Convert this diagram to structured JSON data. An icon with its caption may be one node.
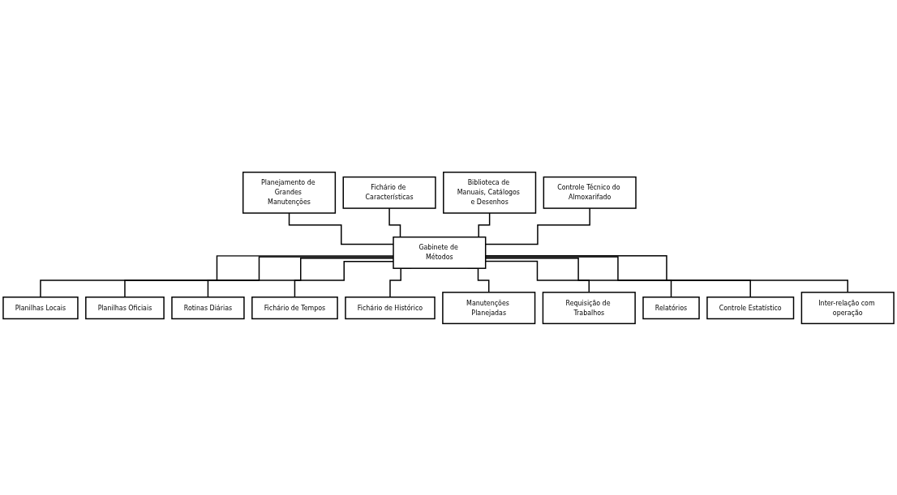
{
  "diagram": {
    "nodes": [
      {
        "text": [
          "Planejamento de Grandes Manutenções"
        ]
      },
      {
        "text": [
          "Fichário de Características"
        ]
      },
      {
        "text": [
          "Biblioteca de Manuais, Catálogos e Desenhos"
        ]
      },
      {
        "text": [
          "Controle Técnico do Almoxarifado"
        ]
      },
      {
        "text": [
          "Gabinete de Métodos"
        ]
      },
      {
        "text": [
          "Planilhas Locais"
        ]
      },
      {
        "text": [
          "Planilhas Oficiais"
        ]
      },
      {
        "text": [
          "Rotinas Diárias"
        ]
      },
      {
        "text": [
          "Fichário de Tempos"
        ]
      },
      {
        "text": [
          "Fichário de Histórico"
        ]
      },
      {
        "text": [
          "Manutenções Planejadas"
        ]
      },
      {
        "text": [
          "Requisição de Trabalhos"
        ]
      },
      {
        "text": [
          "Relatórios"
        ]
      },
      {
        "text": [
          "Controle Estatístico"
        ]
      },
      {
        "text": [
          "Inter-relação com operação"
        ]
      }
    ],
    "edges": [
      {
        "from": 0,
        "to": 4,
        "arrow": "none"
      },
      {
        "from": 1,
        "to": 4,
        "arrow": "none"
      },
      {
        "from": 2,
        "to": 4,
        "arrow": "none"
      },
      {
        "from": 3,
        "to": 4,
        "arrow": "none"
      },
      {
        "from": 4,
        "to": 5,
        "arrow": "none"
      },
      {
        "from": 4,
        "to": 6,
        "arrow": "none"
      },
      {
        "from": 4,
        "to": 7,
        "arrow": "none"
      },
      {
        "from": 4,
        "to": 8,
        "arrow": "none"
      },
      {
        "from": 4,
        "to": 9,
        "arrow": "none"
      },
      {
        "from": 4,
        "to": 10,
        "arrow": "none"
      },
      {
        "from": 4,
        "to": 11,
        "arrow": "none"
      },
      {
        "from": 4,
        "to": 12,
        "arrow": "none"
      },
      {
        "from": 4,
        "to": 13,
        "arrow": "none"
      },
      {
        "from": 4,
        "to": 14,
        "arrow": "none"
      }
    ]
  }
}
